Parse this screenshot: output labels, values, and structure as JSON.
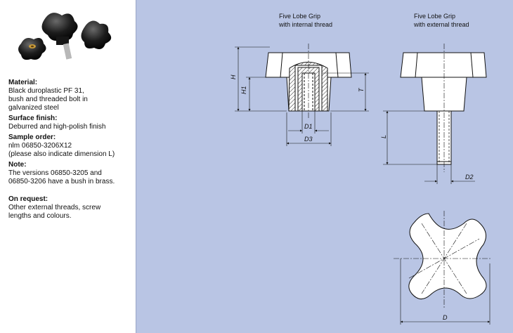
{
  "specs": {
    "material_heading": "Material:",
    "material_text": "Black duroplastic PF 31,\nbush and threaded bolt in\ngalvanized steel",
    "surface_heading": "Surface finish:",
    "surface_text": "Deburred and high-polish finish",
    "sample_heading": "Sample order:",
    "sample_text": "nlm 06850-3206X12\n(please also indicate dimension L)",
    "note_heading": "Note:",
    "note_text": "The versions 06850-3205 and\n06850-3206 have a bush in brass.",
    "request_heading": "On request:",
    "request_text": "Other external threads, screw\nlengths and colours."
  },
  "drawing": {
    "internal_title_1": "Five Lobe Grip",
    "internal_title_2": "with internal thread",
    "external_title_1": "Five Lobe Grip",
    "external_title_2": "with external thread",
    "dim_H": "H",
    "dim_H1": "H1",
    "dim_T": "T",
    "dim_D1": "D1",
    "dim_D3": "D3",
    "dim_L": "L",
    "dim_D2": "D2",
    "dim_D": "D"
  },
  "colors": {
    "panel": "#b9c5e4",
    "line": "#111111"
  }
}
